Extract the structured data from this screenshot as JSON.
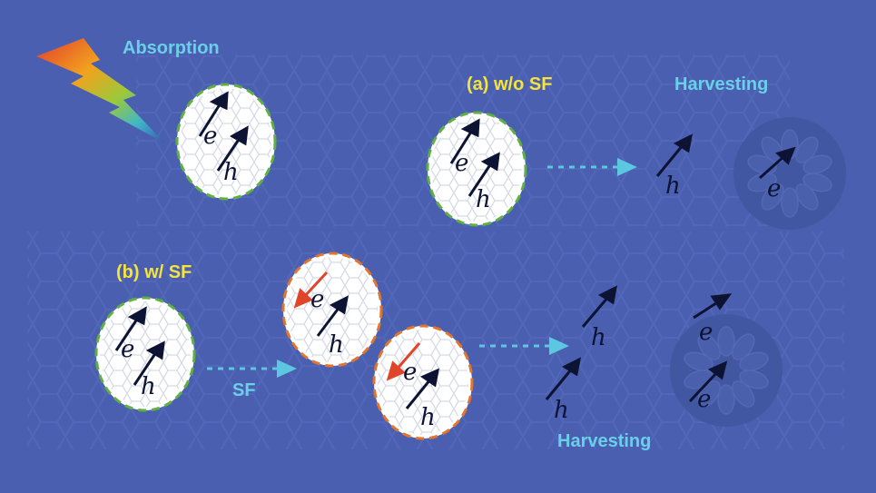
{
  "labels": {
    "absorption": "Absorption",
    "case_a": "(a) w/o SF",
    "case_b": "(b) w/ SF",
    "sf": "SF",
    "harvesting_top": "Harvesting",
    "harvesting_bottom": "Harvesting"
  },
  "symbols": {
    "electron": "e",
    "hole": "h"
  },
  "colors": {
    "background": "#4a5fb0",
    "label_cyan": "#6ad0e8",
    "label_yellow": "#f5e43a",
    "singlet_border": "#5fb043",
    "triplet_border": "#e2752d",
    "flipped_spin_arrow": "#e0452a",
    "arrow_dark": "#0d1333"
  },
  "icons": {
    "lightning": "lightning-bolt-icon",
    "collector": "flower-collector-icon"
  }
}
